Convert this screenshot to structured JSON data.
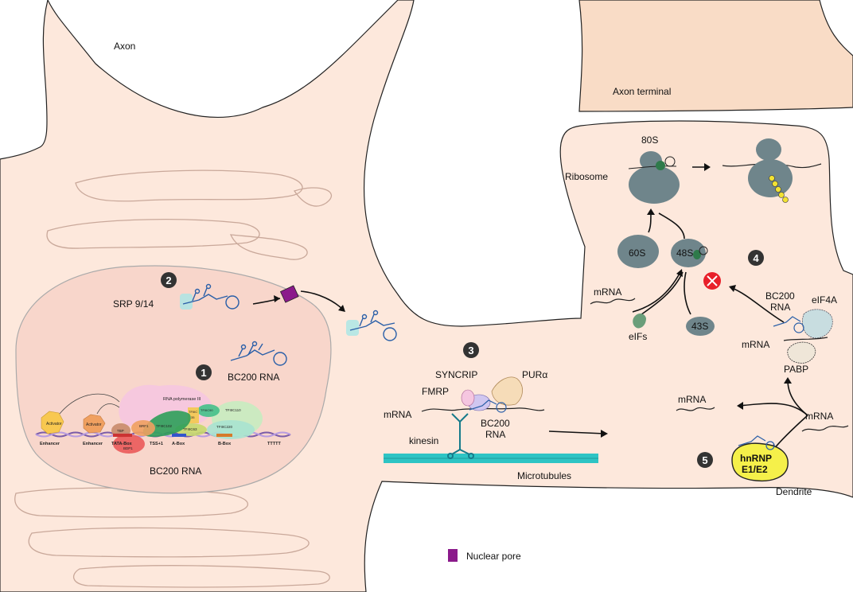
{
  "labels": {
    "axon": "Axon",
    "axon_terminal": "Axon terminal",
    "dendrite": "Dendrite",
    "ribosome": "Ribosome",
    "s80": "80S",
    "s60": "60S",
    "s48": "48S",
    "s43": "43S",
    "mrna": "mRNA",
    "eifs": "eIFs",
    "bc200_rna_line1": "BC200",
    "bc200_rna_line2": "RNA",
    "eif4a": "eIF4A",
    "pabp": "PABP",
    "hnrnp_line1": "hnRNP",
    "hnrnp_line2": "E1/E2",
    "srp": "SRP 9/14",
    "bc200_rna": "BC200 RNA",
    "syncrip": "SYNCRIP",
    "pur_alpha": "PURα",
    "fmrp": "FMRP",
    "kinesin": "kinesin",
    "microtubules": "Microtubules",
    "nuclear_pore": "Nuclear pore"
  },
  "transcription": {
    "activator": "Activator",
    "enhancer": "Enhancer",
    "rna_pol3": "RNA polymerase III",
    "tbp": "TBP",
    "brf1": "BRF1",
    "bdp1": "BDP1",
    "tfiiic102": "TFIIIC102",
    "tfiiic63": "TFIIIC63",
    "tfiiic35_line1": "TFIIIC",
    "tfiiic35_line2": "35",
    "tfiiic90": "TFIIIC90",
    "tfiiic110": "TFIIIC110",
    "tfiiic220": "TFIIIC220",
    "tata_box": "TATA-Box",
    "tss": "TSS+1",
    "a_box": "A-Box",
    "b_box": "B-Box",
    "ttttt": "TTTTT"
  },
  "steps": [
    "1",
    "2",
    "3",
    "4",
    "5"
  ],
  "colors": {
    "cell": "#fde8dc",
    "nucleus": "#f8d6cb",
    "terminal": "#f9dcc6",
    "ribosome": "#6f858b",
    "nuclear_pore": "#8b1a8b",
    "microtubule": "#2ec4c4",
    "hnrnp": "#f5f04a",
    "block": "#e8202a"
  }
}
